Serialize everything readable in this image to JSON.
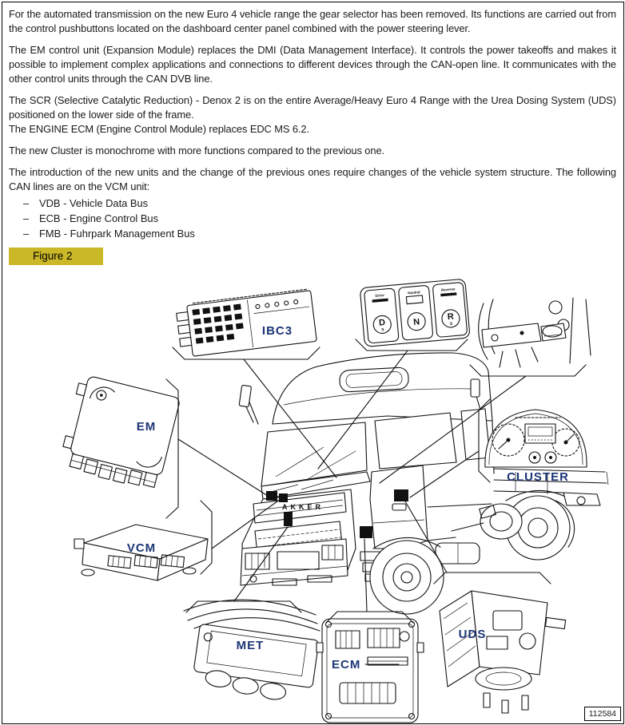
{
  "doc": {
    "p1": "For the automated transmission on the new Euro 4 vehicle range the gear selector has been removed. Its functions are carried out from the control pushbuttons located on the dashboard center panel combined with the power steering lever.",
    "p2": "The EM control unit (Expansion Module) replaces the DMI (Data Management Interface). It controls the power takeoffs and makes it possible to implement complex applications and connections to different devices through the CAN-open line. It communicates with the other control units through the CAN DVB line.",
    "p3a": "The SCR (Selective Catalytic Reduction) - Denox 2 is on the entire Average/Heavy Euro 4 Range with the Urea Dosing System (UDS) positioned on the lower side of the frame.",
    "p3b": "The ENGINE ECM (Engine Control Module) replaces EDC MS 6.2.",
    "p4": "The new Cluster is monochrome with more functions compared to the previous one.",
    "p5": "The introduction of the new units and the change of the previous ones require changes of the vehicle system structure. The following CAN lines are on the VCM unit:",
    "bullet_dash": "–",
    "bullets": [
      "VDB - Vehicle Data Bus",
      "ECB - Engine Control Bus",
      "FMB - Fuhrpark Management Bus"
    ],
    "figure_label": "Figure 2",
    "figure_number": "112584"
  },
  "diagram": {
    "labels": {
      "em": "EM",
      "ibc3": "IBC3",
      "vcm": "VCM",
      "met": "MET",
      "ecm": "ECM",
      "uds": "UDS",
      "cluster": "CLUSTER"
    },
    "grille_badge": "AKKER",
    "pushbuttons": [
      {
        "letter": "D",
        "subletter": "S",
        "header": "Drive"
      },
      {
        "letter": "N",
        "subletter": "",
        "header": "Neutral"
      },
      {
        "letter": "R",
        "subletter": "S",
        "header": "Reverse"
      }
    ]
  },
  "colors": {
    "figure_bar": "#CBB829",
    "component_label": "#1C3575"
  }
}
